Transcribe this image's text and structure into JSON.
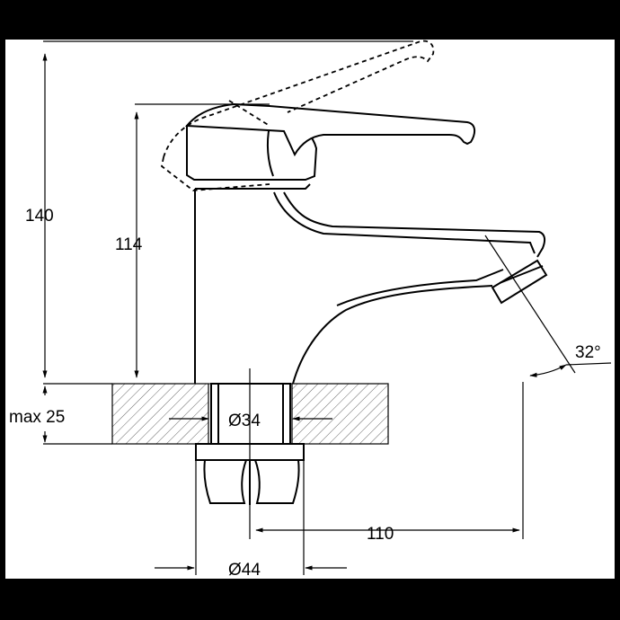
{
  "drawing": {
    "dimensions": {
      "overall_height": "140",
      "spout_height": "114",
      "max_counter_thickness": "max 25",
      "hole_diameter": "Ø34",
      "spout_reach": "110",
      "base_diameter": "Ø44",
      "aerator_angle": "32°"
    },
    "colors": {
      "frame": "#000000",
      "line": "#000000",
      "hatch": "#555555",
      "background": "#ffffff"
    }
  }
}
